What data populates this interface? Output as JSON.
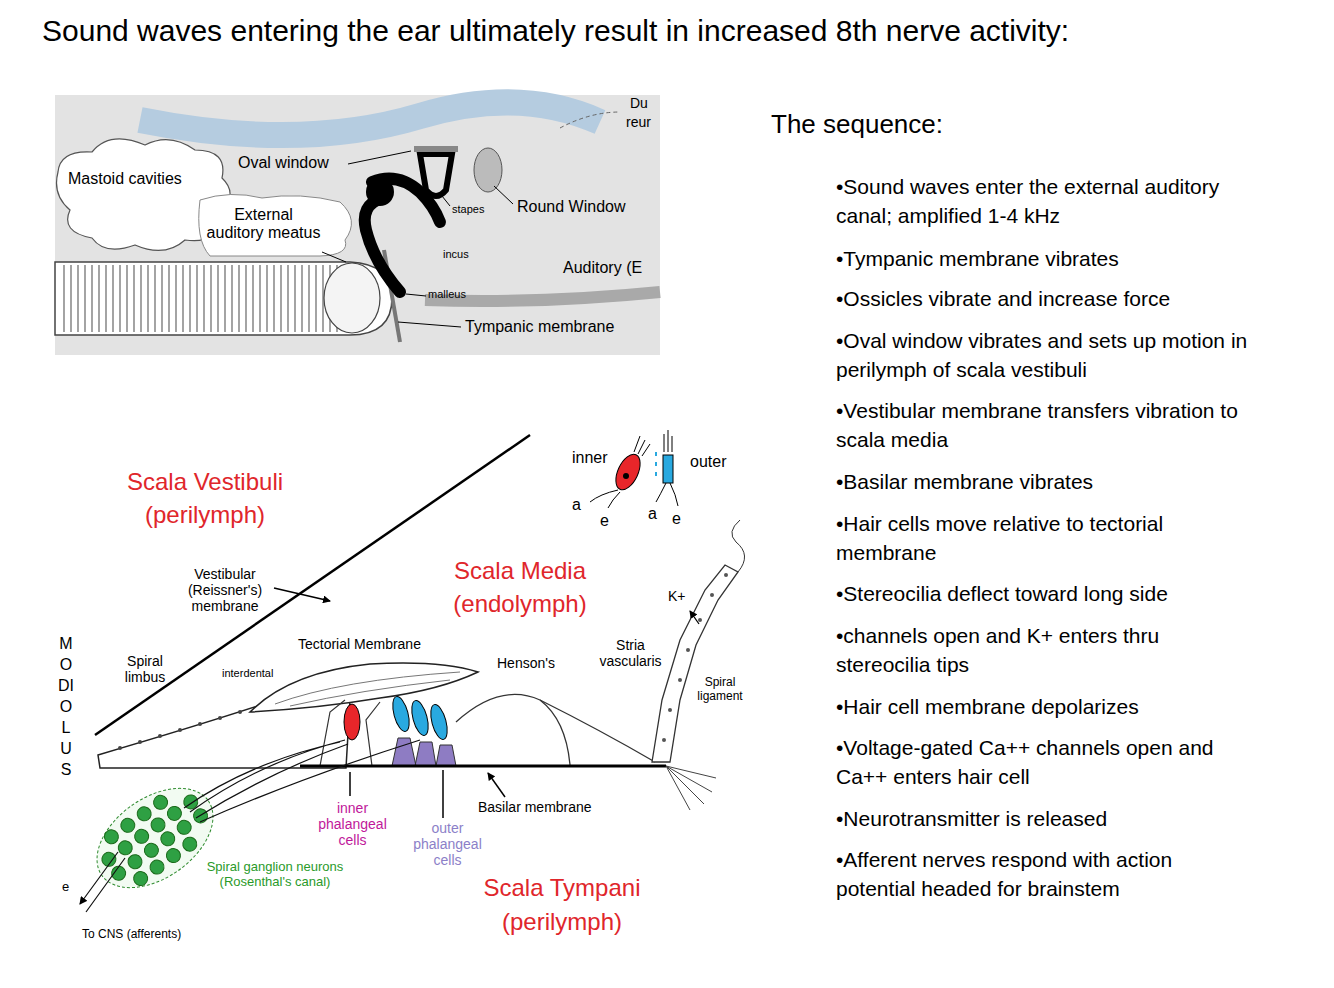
{
  "diagram": {
    "title": "Sound waves entering the ear ultimately result in increased 8th nerve activity:",
    "labels": [
      "Mastoid cavities",
      "Oval window",
      "External auditory meatus",
      "stapes",
      "incus",
      "malleus",
      "Round Window",
      "Auditory (E",
      "Tympanic membrane",
      "Du",
      "reur",
      "The sequence:",
      "•Sound waves enter the external auditory canal; amplified 1-4 kHz",
      "•Tympanic membrane vibrates",
      "•Ossicles vibrate and increase force",
      "•Oval window vibrates and sets up motion in perilymph of scala vestibuli",
      "•Vestibular membrane transfers vibration to scala media",
      "•Basilar membrane vibrates",
      "•Hair cells move relative to tectorial membrane",
      "•Stereocilia deflect toward long side",
      "•channels open and K+ enters thru stereocilia tips",
      "•Hair cell membrane depolarizes",
      "•Voltage-gated Ca++ channels open and Ca++ enters hair cell",
      "•Neurotransmitter is released",
      "•Afferent nerves respond with action potential headed for brainstem",
      "Scala Vestibuli",
      "(perilymph)",
      "inner",
      "outer",
      "a",
      "e",
      "a",
      "e",
      "Scala Media",
      "(endolymph)",
      "Vestibular (Reissner's) membrane",
      "K+",
      "Tectorial Membrane",
      "Stria vascularis",
      "Spiral limbus",
      "interdental",
      "Henson's",
      "Spiral ligament",
      "MODIOLUS",
      "inner phalangeal cells",
      "outer phalangeal cells",
      "Basilar membrane",
      "Spiral ganglion neurons (Rosenthal's canal)",
      "Scala Tympani",
      "(perilymph)",
      "e",
      "To CNS (afferents)"
    ]
  }
}
